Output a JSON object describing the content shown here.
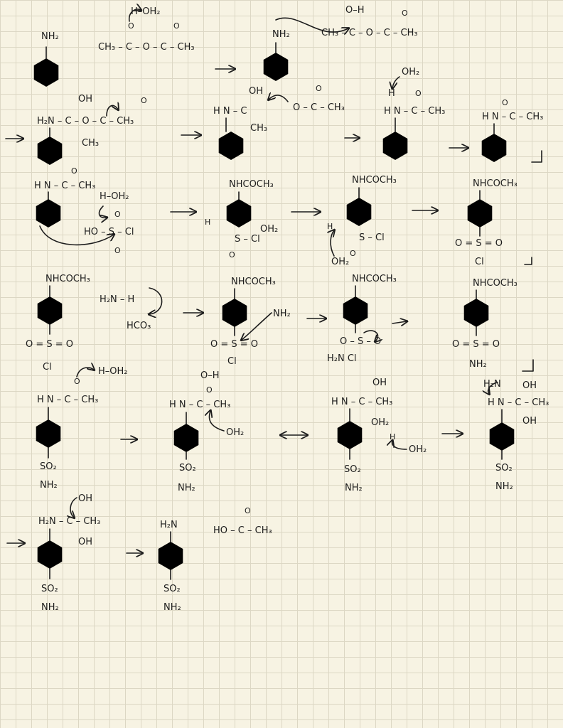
{
  "sheet": {
    "r1": {
      "aniline_a": "NH₂",
      "anhydride_a": "CH₃ – C – O – C – CH₃",
      "hydronium_a": "H–OH₂",
      "aniline_b": "NH₂",
      "anhydride_b": "CH₃ – C – O – C – CH₃",
      "oxonium_b": "O–H"
    },
    "r2": {
      "tet_a_n": "H₂N – C – O – C – CH₃",
      "tet_a_oh": "OH",
      "tet_a_ch3": "CH₃",
      "tet_b_n": "H N – C",
      "tet_b_oh": "OH",
      "tet_b_ch3": "CH₃",
      "acetate": "O – C – CH₃",
      "tet_c_n": "H N – C – CH₃",
      "tet_c_h": "H",
      "water_c": "OH₂",
      "acetanilide": "H N – C – CH₃"
    },
    "r3": {
      "acetanilide_a": "H N – C – CH₃",
      "hydronium_a": "H–OH₂",
      "chlorosulfonic": "HO – S – Cl",
      "sigma_top": "NHCOCH₃",
      "sigma_oh2": "OH₂",
      "sigma_scl": "S – Cl",
      "deprot_top": "NHCOCH₃",
      "deprot_scl": "S – Cl",
      "deprot_water": "OH₂",
      "product_top": "NHCOCH₃",
      "product_so2": "O = S = O",
      "product_cl": "Cl"
    },
    "r4": {
      "start_top": "NHCOCH₃",
      "start_so2": "O = S = O",
      "start_cl": "Cl",
      "ammonia": "H₂N – H",
      "bicarb": "HCO₃",
      "tet_top": "NHCOCH₃",
      "tet_so2": "O = S = O",
      "tet_cl": "Cl",
      "amide_ion": "NH₂",
      "elim_top": "NHCOCH₃",
      "elim_s": "O – S – O",
      "elim_bottom": "H₂N   Cl",
      "sulfonamide_top": "NHCOCH₃",
      "sulfonamide_so2": "O = S = O",
      "sulfonamide_nh2": "NH₂"
    },
    "r5": {
      "a_amide": "H N – C – CH₃",
      "a_hydronium": "H–OH₂",
      "a_so2": "SO₂",
      "a_nh2": "NH₂",
      "b_amide": "H N – C – CH₃",
      "b_oh": "O–H",
      "b_water": "OH₂",
      "b_so2": "SO₂",
      "b_nh2": "NH₂",
      "c_amide": "H N – C – CH₃",
      "c_oh_top": "OH",
      "c_oh_bottom": "OH₂",
      "c_water": "OH₂",
      "c_so2": "SO₂",
      "c_nh2": "NH₂",
      "d_amide": "H N – C – CH₃",
      "d_nh2": "H₂N",
      "d_oh_top": "OH",
      "d_oh_bottom": "OH",
      "d_so2": "SO₂",
      "d_nh2b": "NH₂"
    },
    "r6": {
      "a_amine": "H₂N – C – CH₃",
      "a_oh_top": "OH",
      "a_oh_bottom": "OH",
      "a_so2": "SO₂",
      "a_nh2": "NH₂",
      "product_nh2": "H₂N",
      "product_so2": "SO₂",
      "product_nh2b": "NH₂",
      "acetic_acid": "HO – C – CH₃"
    }
  }
}
